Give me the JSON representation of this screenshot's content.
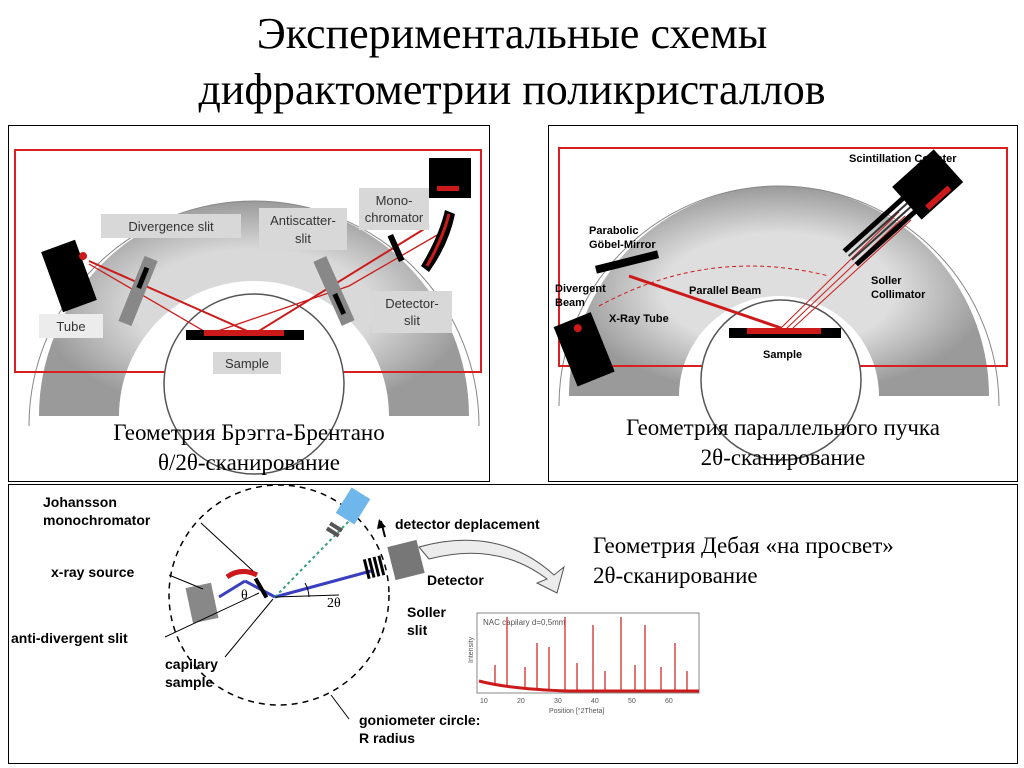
{
  "title": {
    "line1": "Экспериментальные схемы",
    "line2": "дифрактометрии поликристаллов"
  },
  "panel1": {
    "labels": {
      "divergence_slit": "Divergence slit",
      "antiscatter": "Antiscatter-",
      "antiscatter2": "slit",
      "mono": "Mono-",
      "mono2": "chromator",
      "detector": "Detector-",
      "detector2": "slit",
      "tube": "Tube",
      "sample": "Sample"
    },
    "caption1": "Геометрия Брэгга-Брентано",
    "caption2": "θ/2θ-сканирование"
  },
  "panel2": {
    "labels": {
      "scint": "Scintillation Counter",
      "parabolic": "Parabolic",
      "goebel": "Göbel-Mirror",
      "divergent": "Divergent",
      "beam": "Beam",
      "xray_tube": "X-Ray Tube",
      "parallel_beam": "Parallel Beam",
      "soller": "Soller",
      "collimator": "Collimator",
      "sample": "Sample"
    },
    "caption1": "Геометрия параллельного пучка",
    "caption2": "2θ-сканирование"
  },
  "panel3": {
    "labels": {
      "johansson": "Johansson",
      "monochromator": "monochromator",
      "xray_source": "x-ray source",
      "anti_div": "anti-divergent slit",
      "capilary": "capilary",
      "sample": "sample",
      "goniometer": "goniometer circle:",
      "radius": "R radius",
      "detector_disp": "detector deplacement",
      "detector": "Detector",
      "soller": "Soller",
      "slit": "slit",
      "theta": "θ",
      "two_theta": "2θ",
      "graph_title": "NAC capilary d=0,5mm",
      "graph_y": "Intensity",
      "graph_x": "Position [°2Theta]",
      "ticks": [
        "10",
        "20",
        "30",
        "40",
        "50",
        "60"
      ]
    },
    "caption1": "Геометрия Дебая «на просвет»",
    "caption2": "2θ-сканирование"
  },
  "colors": {
    "beam_red": "#cc1a1a",
    "arc_gray": "#bfbfbf",
    "frame_red": "#d9201f",
    "detector_blue": "#6fb6ea",
    "beam_green": "#3aa07a",
    "beam_blue": "#3a3fbf"
  }
}
